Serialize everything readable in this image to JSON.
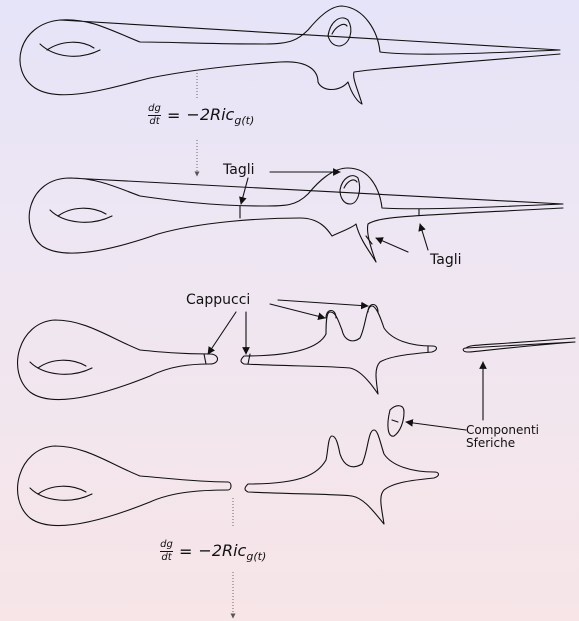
{
  "formula": {
    "numerator": "dg",
    "denominator": "dt",
    "equals": "=",
    "rhs_main": "−2Ric",
    "rhs_subscript": "g(t)"
  },
  "labels": {
    "tagli_top": "Tagli",
    "tagli_bottom": "Tagli",
    "cappucci": "Cappucci",
    "componenti": "Componenti",
    "sferiche": "Sferiche"
  }
}
